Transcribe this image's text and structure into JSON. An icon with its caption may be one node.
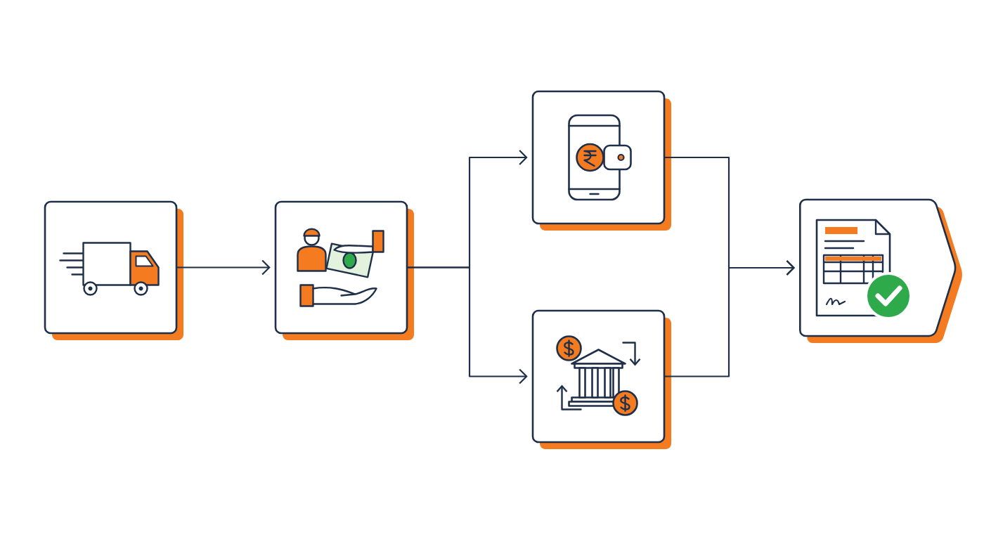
{
  "diagram": {
    "nodes": [
      {
        "text": [],
        "shape": "box"
      },
      {
        "text": [],
        "shape": "box"
      },
      {
        "text": [],
        "shape": "box"
      },
      {
        "text": [],
        "shape": "box"
      },
      {
        "text": [],
        "shape": "pentagon"
      }
    ],
    "edges": [
      {
        "from": 0,
        "to": 1,
        "arrow": "to"
      },
      {
        "from": 1,
        "to": 2,
        "arrow": "to"
      },
      {
        "from": 1,
        "to": 3,
        "arrow": "to"
      },
      {
        "from": 2,
        "to": 4,
        "arrow": "to"
      },
      {
        "from": 3,
        "to": 4,
        "arrow": "to"
      }
    ]
  }
}
